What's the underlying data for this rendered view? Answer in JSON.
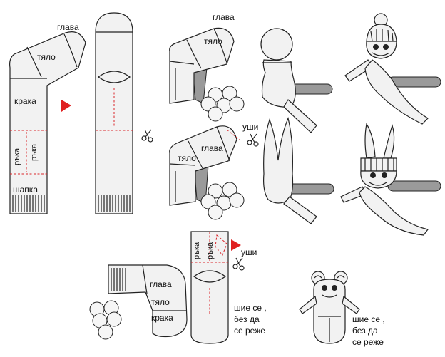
{
  "labels": {
    "head": "глава",
    "body": "тяло",
    "legs": "крака",
    "arm": "ръка",
    "hat": "шапка",
    "ears": "уши",
    "sew_note": [
      "шие се ,",
      "без да",
      "се реже"
    ]
  },
  "colors": {
    "cut_line": "#d9262b",
    "arrow": "#e02020",
    "outline": "#222222",
    "fill_light": "#f2f2f2",
    "fill_grey": "#9a9a9a"
  },
  "icons": [
    "scissors-icon",
    "arrow-right-icon"
  ]
}
